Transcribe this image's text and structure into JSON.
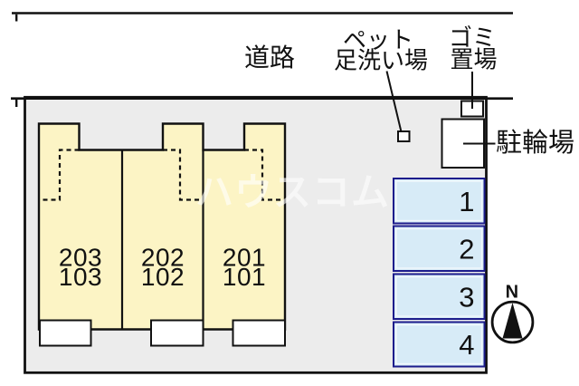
{
  "site_plan": {
    "road_label": "道路",
    "pet_wash_area": {
      "label_lines": [
        "ペット",
        "足洗い場"
      ]
    },
    "garbage_area": {
      "label_lines": [
        "ゴミ",
        "置場"
      ]
    },
    "bicycle_parking": {
      "label": "駐輪場"
    },
    "building": {
      "units": [
        {
          "upper_room": "203",
          "lower_room": "103"
        },
        {
          "upper_room": "202",
          "lower_room": "102"
        },
        {
          "upper_room": "201",
          "lower_room": "101"
        }
      ]
    },
    "parking": {
      "space_numbers": [
        "1",
        "2",
        "3",
        "4"
      ]
    },
    "compass": {
      "north_label": "N"
    },
    "watermark_text": "ハウスコム",
    "colors": {
      "site_fill": "#ececec",
      "building_fill": "#fcf4c5",
      "parking_fill": "#d7ebf7",
      "parking_border": "#1c1c8c",
      "outline": "#111111"
    }
  }
}
